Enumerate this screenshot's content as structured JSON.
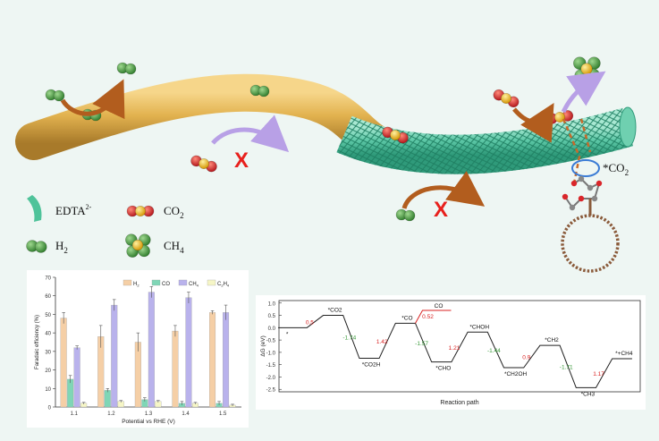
{
  "legend": {
    "edta": "EDTA",
    "edta_sup": "2-",
    "co2_main": "CO",
    "co2_sub": "2",
    "h2_main": "H",
    "h2_sub": "2",
    "ch4": "CH",
    "ch4_sub": "4"
  },
  "annotation": {
    "co2_main": "*CO",
    "co2_sub": "2"
  },
  "block_mark": "X",
  "colors": {
    "background": "#eef6f3",
    "tube": "#e2b24f",
    "mesh": "#5cc7a6",
    "edta_ribbon": "#4fc39a",
    "co2_red": "#d9262a",
    "co2_yellow": "#f0b400",
    "h2_green": "#3e8a38",
    "arrow_brown": "#b25d1e",
    "arrow_purple": "#b8a0e6",
    "block_red": "#e8201c",
    "h2_bar": "#f5cfa6",
    "co_bar": "#7fd6b6",
    "ch4_bar": "#b9b2ec",
    "c2h4_bar": "#f6f6c6",
    "energy_green": "#3a9a3a",
    "energy_red": "#d92222"
  },
  "chart_data": [
    {
      "type": "bar",
      "xlabel": "Potential vs RHE (V)",
      "ylabel": "Faradaic efficiency (%)",
      "categories": [
        "1.1",
        "1.2",
        "1.3",
        "1.4",
        "1.5"
      ],
      "ylim": [
        0,
        70
      ],
      "yticks": [
        0,
        10,
        20,
        30,
        40,
        50,
        60,
        70
      ],
      "legend_position": "top-right",
      "series": [
        {
          "name": "H",
          "sub": "2",
          "color": "#f5cfa6",
          "values": [
            48,
            38,
            35,
            41,
            51
          ],
          "errors": [
            3,
            6,
            5,
            3,
            1
          ]
        },
        {
          "name": "CO",
          "sub": "",
          "color": "#7fd6b6",
          "values": [
            15,
            9,
            4,
            2,
            2
          ],
          "errors": [
            2,
            1,
            1,
            1,
            1
          ]
        },
        {
          "name": "CH",
          "sub": "4",
          "color": "#b9b2ec",
          "values": [
            32,
            55,
            62,
            59,
            51
          ],
          "errors": [
            1,
            3,
            3,
            3,
            4
          ]
        },
        {
          "name": "C",
          "sub": "2",
          "tail": "H",
          "tail_sub": "4",
          "color": "#f6f6c6",
          "values": [
            2,
            3,
            3,
            2,
            1
          ],
          "errors": [
            0.5,
            0.5,
            0.5,
            0.5,
            0.5
          ]
        }
      ]
    },
    {
      "type": "line",
      "xlabel": "Reaction path",
      "ylabel": "ΔG (eV)",
      "ylim": [
        -2.6,
        1.1
      ],
      "yticks": [
        "1.0",
        "0.5",
        "0.0",
        "-0.5",
        "-1.0",
        "-1.5",
        "-2.0",
        "-2.5"
      ],
      "levels": [
        {
          "label": "*",
          "x": 0,
          "y": 0.0
        },
        {
          "label": "*CO2",
          "x": 1,
          "y": 0.5
        },
        {
          "label": "*CO2H",
          "x": 2,
          "y": -1.24
        },
        {
          "label": "*CO",
          "x": 3,
          "y": 0.18
        },
        {
          "label": "*CHO",
          "x": 4,
          "y": -1.39
        },
        {
          "label": "*CHOH",
          "x": 5,
          "y": -0.18
        },
        {
          "label": "*CH2OH",
          "x": 6,
          "y": -1.62
        },
        {
          "label": "*CH2",
          "x": 7,
          "y": -0.72
        },
        {
          "label": "*CH3",
          "x": 8,
          "y": -2.43
        },
        {
          "label": "*+CH4",
          "x": 9,
          "y": -1.26
        }
      ],
      "steps": [
        "0.5",
        "-1.74",
        "1.42",
        "-1.57",
        "1.21",
        "-1.44",
        "0.9",
        "-1.71",
        "1.17"
      ],
      "side_level": {
        "label": "CO",
        "y": 0.7,
        "delta": "0.52"
      }
    }
  ]
}
